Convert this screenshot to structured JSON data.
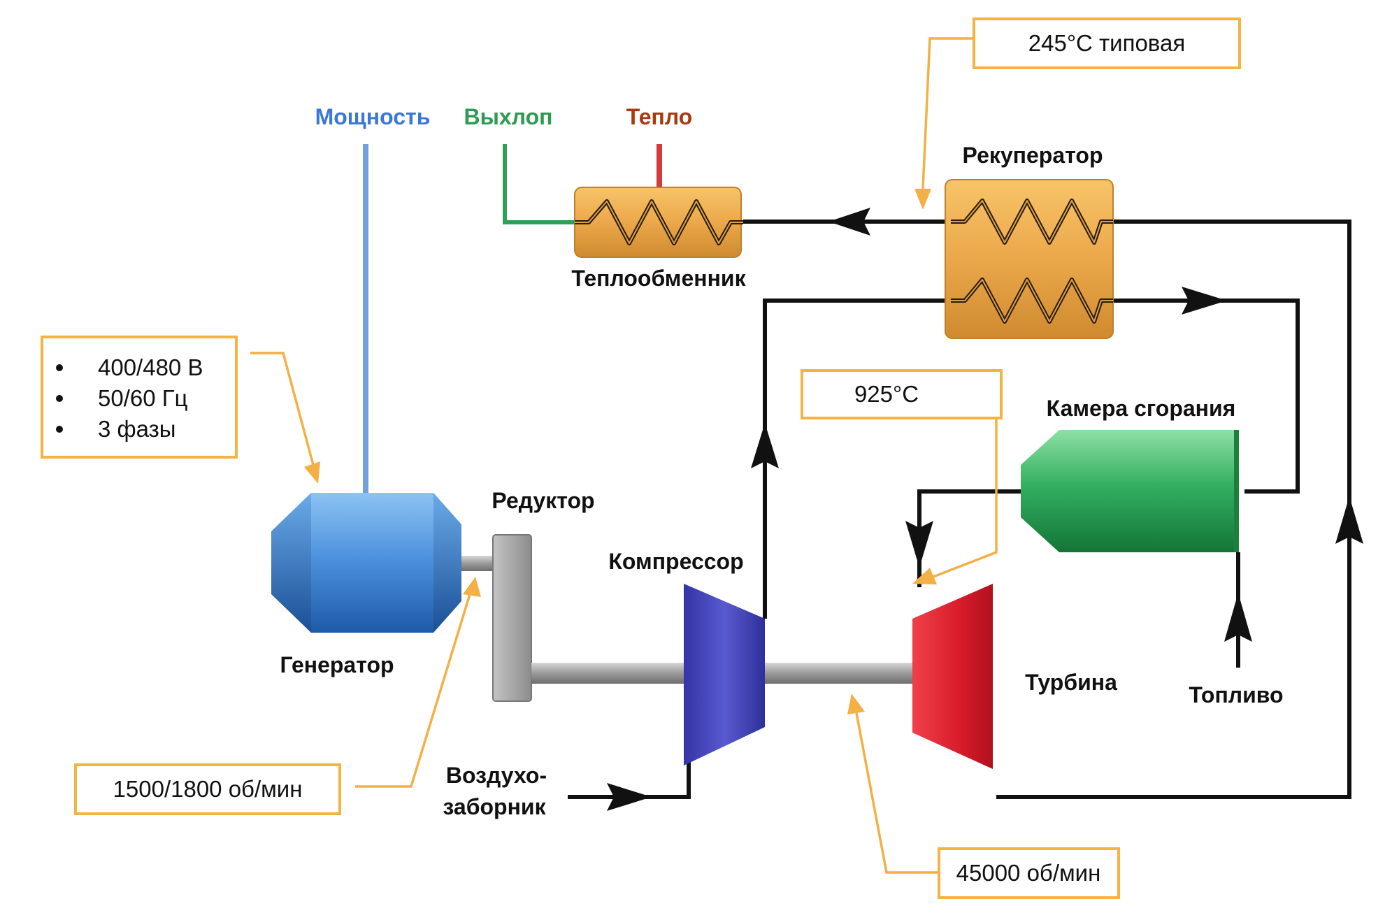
{
  "labels": {
    "power": "Мощность",
    "exhaust": "Выхлоп",
    "heat": "Тепло",
    "recuperator": "Рекуператор",
    "heat_exchanger": "Теплообменник",
    "combustion_chamber": "Камера сгорания",
    "reducer": "Редуктор",
    "compressor": "Компрессор",
    "generator": "Генератор",
    "turbine": "Турбина",
    "fuel": "Топливо",
    "air_intake_1": "Воздухо-",
    "air_intake_2": "заборник"
  },
  "callouts": {
    "exhaust_temp": "245°С типовая",
    "turbine_inlet_temp": "925°С",
    "generator_speed": "1500/1800 об/мин",
    "turbine_speed": "45000 об/мин",
    "generator_specs": [
      "400/480 В",
      "50/60 Гц",
      "3 фазы"
    ]
  },
  "colors": {
    "power_line": "#6fa0dc",
    "exhaust_line": "#2ea05a",
    "heat_line": "#d33a3a",
    "power_text": "#3a78d8",
    "exhaust_text": "#2e9a52",
    "heat_text": "#a83a12",
    "callout": "#f5b342",
    "exchanger": "#eba84a",
    "generator": "#3f85d6",
    "reducer": "#9a9a9a",
    "compressor": "#4c4cc0",
    "turbine": "#dd1f2d",
    "combustion": "#2fa65a"
  }
}
